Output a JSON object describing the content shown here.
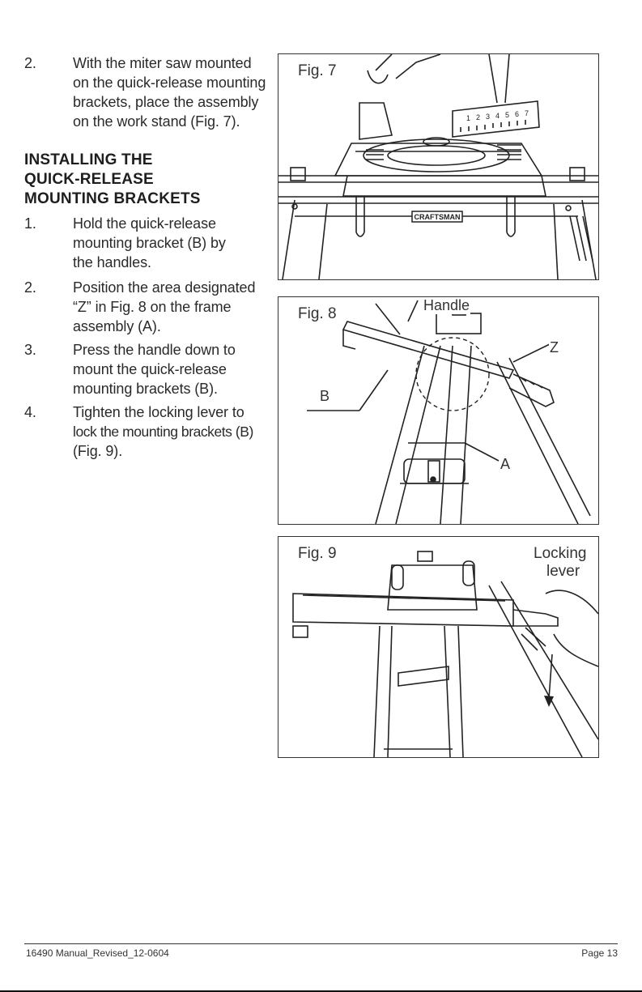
{
  "intro_step": {
    "number": "2.",
    "lines": [
      "With the miter saw mounted",
      "on the quick-release mounting",
      "brackets, place the assembly",
      "on the work stand (Fig. 7)."
    ]
  },
  "section": {
    "heading_lines": [
      "INSTALLING THE",
      "QUICK-RELEASE",
      "MOUNTING BRACKETS"
    ]
  },
  "steps": [
    {
      "number": "1.",
      "lines": [
        "Hold the quick-release",
        "mounting bracket (B) by",
        "the handles."
      ]
    },
    {
      "number": "2.",
      "lines": [
        "Position the area designated",
        "“Z” in Fig. 8  on the frame",
        "assembly (A)."
      ]
    },
    {
      "number": "3.",
      "lines": [
        "Press the handle down to",
        "mount the quick-release",
        "mounting brackets (B)."
      ]
    },
    {
      "number": "4.",
      "lines": [
        "Tighten the locking lever to",
        "lock the mounting brackets (B)",
        "(Fig. 9)."
      ]
    }
  ],
  "figures": {
    "fig7": {
      "label": "Fig. 7",
      "brand": "CRAFTSMAN",
      "scale_numbers": [
        "1",
        "2",
        "3",
        "4",
        "5",
        "6",
        "7"
      ]
    },
    "fig8": {
      "label": "Fig. 8",
      "callouts": {
        "handle": "Handle",
        "z": "Z",
        "b": "B",
        "a": "A"
      }
    },
    "fig9": {
      "label": "Fig. 9",
      "callouts": {
        "locking_lever_1": "Locking",
        "locking_lever_2": "lever"
      }
    }
  },
  "footer": {
    "document_name": "16490 Manual_Revised_12-0604",
    "page": "Page 13"
  }
}
